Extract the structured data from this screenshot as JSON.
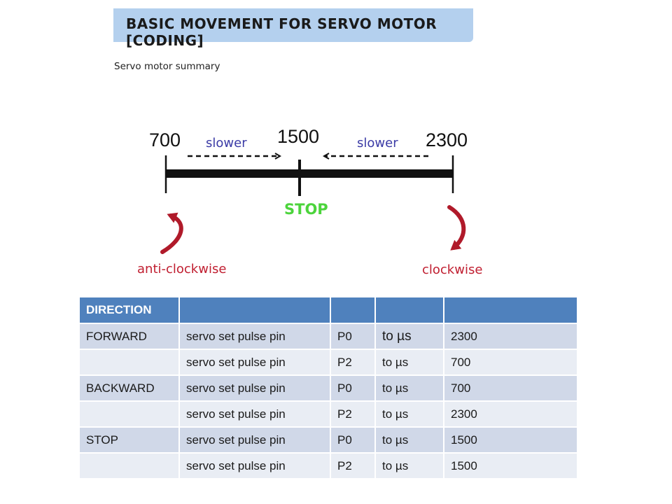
{
  "title": "BASIC MOVEMENT FOR SERVO MOTOR [CODING]",
  "subtitle": "Servo motor summary",
  "diagram": {
    "left_value": "700",
    "center_value": "1500",
    "right_value": "2300",
    "left_speed_label": "slower",
    "right_speed_label": "slower",
    "stop_label": "STOP",
    "left_direction_label": "anti-clockwise",
    "right_direction_label": "clockwise",
    "colors": {
      "stop": "#4cd43c",
      "slower": "#3b3ba6",
      "arrow": "#b01a2a",
      "direction_text": "#c01e30"
    }
  },
  "table": {
    "headers": [
      "DIRECTION",
      "",
      "",
      "",
      ""
    ],
    "rows": [
      [
        "FORWARD",
        "servo set pulse pin",
        "P0",
        "to  µs",
        "2300"
      ],
      [
        "",
        "servo set pulse pin",
        "P2",
        "to  µs",
        "700"
      ],
      [
        "BACKWARD",
        "servo set pulse pin",
        "P0",
        "to  µs",
        "700"
      ],
      [
        "",
        "servo set pulse pin",
        "P2",
        "to  µs",
        "2300"
      ],
      [
        "STOP",
        "servo set pulse pin",
        "P0",
        "to  µs",
        "1500"
      ],
      [
        "",
        "servo set pulse pin",
        "P2",
        "to  µs",
        "1500"
      ]
    ],
    "colors": {
      "header": "#4f81bd",
      "row_odd": "#d0d8e8",
      "row_even": "#e9edf4"
    }
  }
}
